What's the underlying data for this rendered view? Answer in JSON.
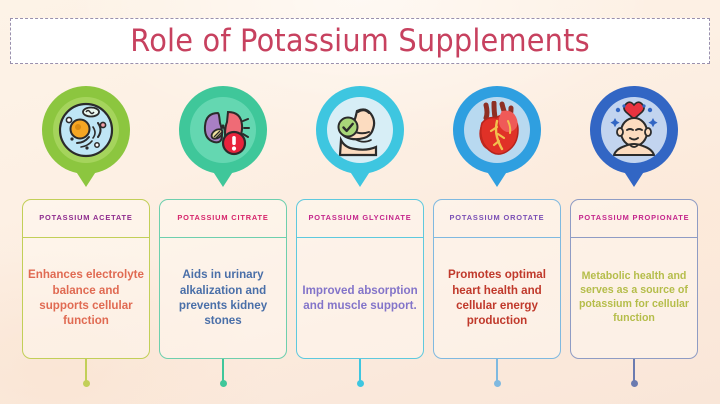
{
  "header": {
    "title": "Role of Potassium Supplements",
    "title_color": "#c7415f",
    "box_border_color": "#9a90ad",
    "box_background": "#ffffff"
  },
  "background_color": "#fbeadd",
  "columns": [
    {
      "icon_name": "cell-icon",
      "pin_color": "#8cc63f",
      "pin_inner_color": "#a5d45c",
      "heading": "POTASSIUM ACETATE",
      "heading_color": "#8e2b8e",
      "body": "Enhances electrolyte balance and supports cellular function",
      "body_color": "#e06a52",
      "border_color": "#c2cf58",
      "dot_color": "#c2cf58"
    },
    {
      "icon_name": "kidneys-warning-icon",
      "pin_color": "#3fc79a",
      "pin_inner_color": "#64d7b1",
      "heading": "POTASSIUM CITRATE",
      "heading_color": "#d6246b",
      "body": "Aids in urinary alkalization and prevents kidney stones",
      "body_color": "#4a6fa8",
      "border_color": "#6ecfae",
      "dot_color": "#3fc79a"
    },
    {
      "icon_name": "muscle-check-icon",
      "pin_color": "#3ec6e0",
      "pin_inner_color": "#d7eef6",
      "heading": "POTASSIUM GLYCINATE",
      "heading_color": "#c4268c",
      "body": "Improved absorption and muscle support.",
      "body_color": "#8374c9",
      "border_color": "#5ec9de",
      "dot_color": "#3ec6e0"
    },
    {
      "icon_name": "heart-anatomy-icon",
      "pin_color": "#2f9fe0",
      "pin_inner_color": "#b8d9f0",
      "heading": "POTASSIUM OROTATE",
      "heading_color": "#7a4fb5",
      "body": "Promotes optimal heart health and cellular energy production",
      "body_color": "#c0392b",
      "border_color": "#7fb9e0",
      "dot_color": "#7fb9e0"
    },
    {
      "icon_name": "mind-wellbeing-icon",
      "pin_color": "#3266c4",
      "pin_inner_color": "#c2d4ef",
      "heading": "POTASSIUM PROPIONATE",
      "heading_color": "#c4268c",
      "body": "Metabolic health and serves as a source of potassium for cellular function",
      "body_color": "#b5bd4a",
      "border_color": "#8f9cc4",
      "dot_color": "#6b7bb0"
    }
  ]
}
